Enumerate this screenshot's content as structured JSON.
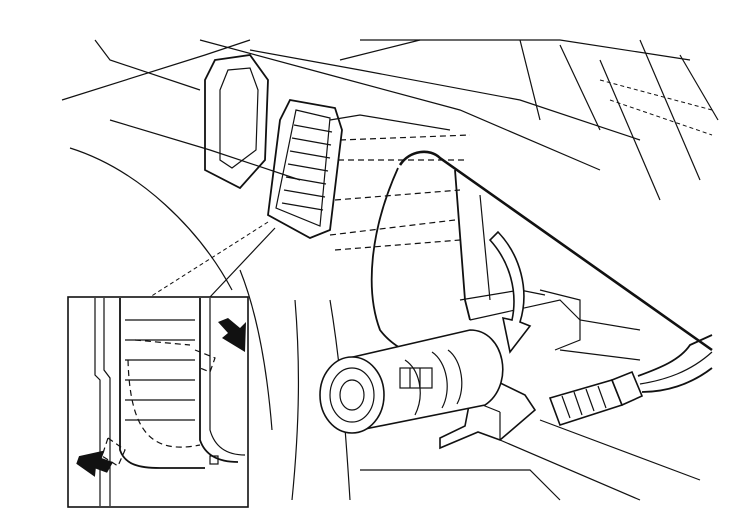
{
  "diagram": {
    "colors": {
      "line": "#111111",
      "background": "#ffffff"
    },
    "components": [
      "dashboard-panel",
      "air-vent",
      "lower-dash-opening",
      "cylindrical-component",
      "mounting-bracket",
      "electrical-connector",
      "wire-harness",
      "rotation-arrow",
      "detail-inset",
      "release-arrow-upper",
      "release-arrow-lower"
    ]
  }
}
